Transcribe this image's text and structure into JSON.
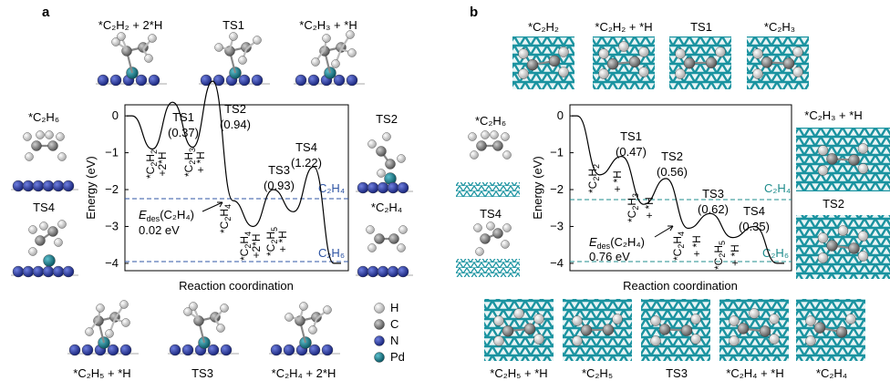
{
  "panel_a": {
    "label": "a",
    "chart_data": {
      "type": "line",
      "ylabel": "Energy (eV)",
      "xlabel": "Reaction coordination",
      "ylim": [
        -4.2,
        0.3
      ],
      "yticks": [
        "0",
        "−1",
        "−2",
        "−3",
        "−4"
      ],
      "path_points": [
        [
          0,
          0
        ],
        [
          1,
          -0.9
        ],
        [
          2,
          0.37
        ],
        [
          3,
          -0.85
        ],
        [
          4,
          0.94
        ],
        [
          5,
          -2.3
        ],
        [
          6,
          -3.0
        ],
        [
          7,
          -2.0
        ],
        [
          8,
          -2.6
        ],
        [
          9,
          -1.38
        ],
        [
          10,
          -4.0
        ]
      ],
      "reference_lines": [
        {
          "label": "C₂H₄",
          "y": -2.3
        },
        {
          "label": "C₂H₆",
          "y": -4.0
        }
      ],
      "ts_labels": [
        {
          "name": "TS1",
          "value": "(0.37)"
        },
        {
          "name": "TS2",
          "value": "(0.94)"
        },
        {
          "name": "TS3",
          "value": "(0.93)"
        },
        {
          "name": "TS4",
          "value": "(1.22)"
        }
      ],
      "desorption": {
        "label": "E",
        "sub": "des",
        "species": "(C₂H₄)",
        "value": "0.02 eV"
      }
    },
    "left_structures": [
      "*C₂H₆",
      "TS4"
    ],
    "right_structures": [
      "TS2",
      "*C₂H₄"
    ],
    "top_structures": [
      "*C₂H₂ + 2*H",
      "TS1",
      "*C₂H₃ + *H"
    ],
    "bottom_structures": [
      "*C₂H₅ + *H",
      "TS3",
      "*C₂H₄ + 2*H"
    ],
    "legend": [
      {
        "label": "H",
        "color": "#ececec"
      },
      {
        "label": "C",
        "color": "#8a8a8a"
      },
      {
        "label": "N",
        "color": "#2a3fa8"
      },
      {
        "label": "Pd",
        "color": "#167f8f"
      }
    ]
  },
  "panel_b": {
    "label": "b",
    "chart_data": {
      "type": "line",
      "ylabel": "Energy (eV)",
      "xlabel": "Reaction coordination",
      "ylim": [
        -4.2,
        0.3
      ],
      "yticks": [
        "0",
        "−1",
        "−2",
        "−3",
        "−4"
      ],
      "path_points": [
        [
          0,
          0
        ],
        [
          1,
          -1.6
        ],
        [
          2,
          -1.1
        ],
        [
          3,
          -2.4
        ],
        [
          4,
          -1.7
        ],
        [
          5,
          -3.05
        ],
        [
          6,
          -2.65
        ],
        [
          7,
          -3.3
        ],
        [
          8,
          -3.0
        ],
        [
          9,
          -4.0
        ]
      ],
      "reference_lines": [
        {
          "label": "C₂H₄",
          "y": -2.25
        },
        {
          "label": "C₂H₆",
          "y": -4.0
        }
      ],
      "ts_labels": [
        {
          "name": "TS1",
          "value": "(0.47)"
        },
        {
          "name": "TS2",
          "value": "(0.56)"
        },
        {
          "name": "TS3",
          "value": "(0.62)"
        },
        {
          "name": "TS4",
          "value": "(0.35)"
        }
      ],
      "desorption": {
        "label": "E",
        "sub": "des",
        "species": "(C₂H₄)",
        "value": "0.76 eV"
      }
    },
    "top_structures": [
      "*C₂H₂",
      "*C₂H₂ + *H",
      "TS1",
      "*C₂H₃"
    ],
    "left_structures": [
      "*C₂H₆",
      "TS4"
    ],
    "right_structures": [
      "*C₂H₃ + *H",
      "TS2"
    ],
    "bottom_structures": [
      "*C₂H₅ + *H",
      "*C₂H₅",
      "TS3",
      "*C₂H₄ + *H",
      "*C₂H₄"
    ]
  },
  "colors": {
    "ref_line_a": "#2f55a4",
    "ref_line_b": "#1f8c8c",
    "surface_teal": "#1a93a0",
    "atom_c": "#8a8a8a",
    "atom_h": "#ececec",
    "atom_n": "#2a3fa8",
    "atom_pd": "#167f8f"
  }
}
